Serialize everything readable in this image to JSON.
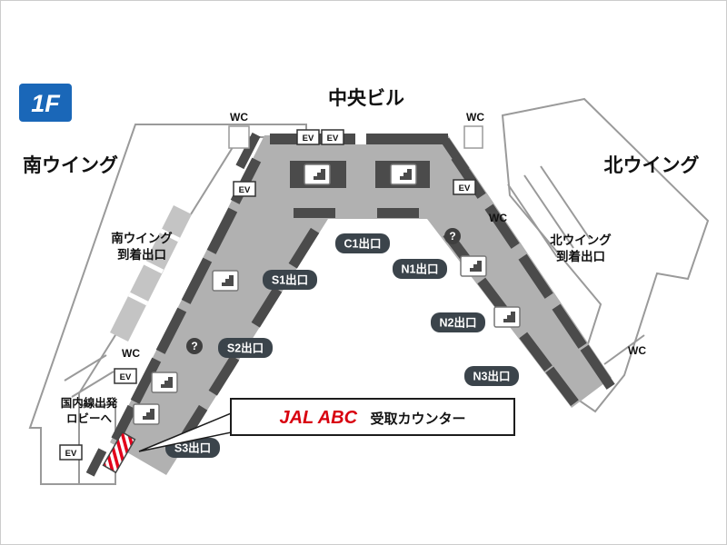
{
  "floor_badge": {
    "label": "1F"
  },
  "areas": {
    "south_wing": "南ウイング",
    "central_building": "中央ビル",
    "north_wing": "北ウイング",
    "south_arrival": [
      "南ウイング",
      "到着出口"
    ],
    "north_arrival": [
      "北ウイング",
      "到着出口"
    ],
    "domestic_departure": [
      "国内線出発",
      "ロビーへ"
    ]
  },
  "labels": {
    "wc": "WC",
    "ev": "EV",
    "question": "?"
  },
  "exits": {
    "c1": "C1出口",
    "s1": "S1出口",
    "s2": "S2出口",
    "s3": "S3出口",
    "n1": "N1出口",
    "n2": "N2出口",
    "n3": "N3出口"
  },
  "callout": {
    "brand": "JAL ABC",
    "label": "受取カウンター"
  },
  "colors": {
    "floor_badge_bg": "#1a67b8",
    "exit_badge_bg": "#3b444b",
    "terminal_fill": "#b1b1b1",
    "wall_fill": "#4b4b4b",
    "brand_red": "#d8000f",
    "marker_red": "#e3001b",
    "outline_gray": "#9a9a9a"
  }
}
